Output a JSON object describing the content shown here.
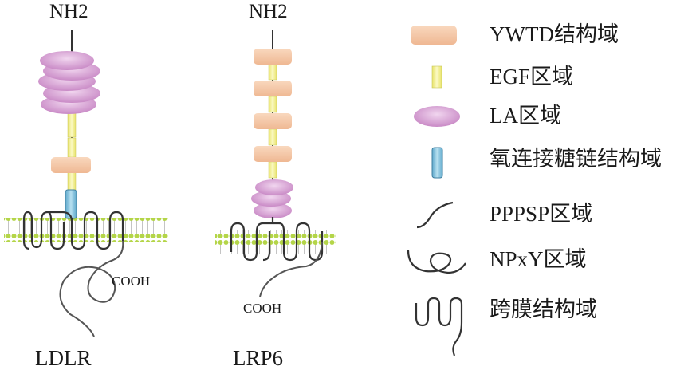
{
  "colors": {
    "ywtd": "#f5c7a4",
    "egf": "#f2ef96",
    "la": "#d49ad0",
    "o_glycan": "#7fc0dc",
    "membrane_head": "#b7d54a",
    "line": "#333333"
  },
  "ldlr": {
    "nh2": "NH2",
    "cooh": "COOH",
    "name": "LDLR"
  },
  "lrp6": {
    "nh2": "NH2",
    "cooh": "COOH",
    "name": "LRP6"
  },
  "legend": [
    {
      "icon": "ywtd-domain-icon",
      "label": "YWTD结构域"
    },
    {
      "icon": "egf-domain-icon",
      "label": "EGF区域"
    },
    {
      "icon": "la-domain-icon",
      "label": "LA区域"
    },
    {
      "icon": "o-glycan-domain-icon",
      "label": "氧连接糖链结构域"
    },
    {
      "icon": "pppsp-domain-icon",
      "label": "PPPSP区域"
    },
    {
      "icon": "npxy-domain-icon",
      "label": "NPxY区域"
    },
    {
      "icon": "transmembrane-domain-icon",
      "label": "跨膜结构域"
    }
  ]
}
